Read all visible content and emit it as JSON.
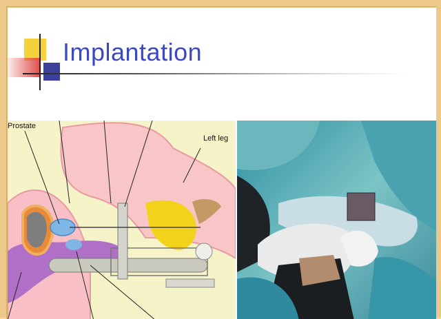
{
  "slide": {
    "title": "Implantation"
  },
  "diagram": {
    "labels": {
      "prostate": "Prostate",
      "left_leg": "Left leg"
    }
  }
}
